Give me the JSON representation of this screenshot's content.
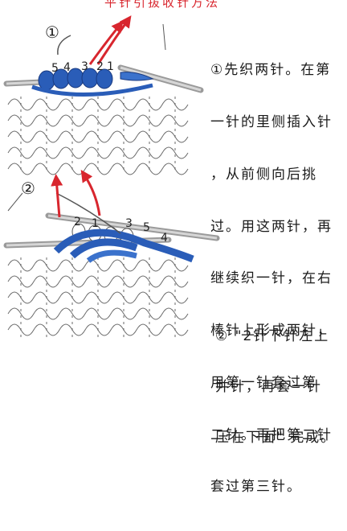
{
  "header": {
    "title": "平针引拔收针方法"
  },
  "step1": {
    "marker": "①",
    "stitch_numbers": [
      "5",
      "4",
      "3",
      "2",
      "1"
    ],
    "instruction_lines": [
      "①先织两针。在第",
      "一针的里侧插入针",
      "，从前侧向后挑",
      "过。用这两针，再",
      "继续织一针，在右",
      "棒针上形成两针，",
      "用第一针套过第",
      "二针。再把第二针",
      "套过第三针。"
    ]
  },
  "step2": {
    "marker": "②",
    "stitch_numbers": [
      "2",
      "1",
      "3",
      "5",
      "4"
    ],
    "instruction_lines": [
      "② \"2针下针左上",
      "并针，再套一针",
      "压在下面\" 完成。"
    ]
  },
  "colors": {
    "arrow": "#d8262e",
    "yarn_blue": "#2a5db8",
    "yarn_outline": "#5a5a5a",
    "needle": "#b8b8b8",
    "text": "#1a1a1a"
  },
  "icons": [
    "curved-arrow-icon",
    "straight-arrow-icon",
    "knitting-needle-icon",
    "yarn-loop-icon"
  ]
}
